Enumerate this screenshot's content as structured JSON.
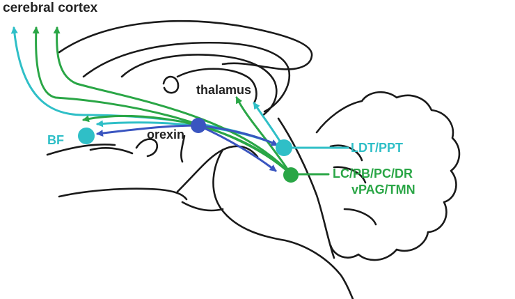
{
  "labels": {
    "cerebral_cortex": "cerebral cortex",
    "thalamus": "thalamus",
    "orexin": "orexin",
    "bf": "BF",
    "ldt_ppt": "LDT/PPT",
    "lc_pb_pc_dr": "LC/PB/PC/DR",
    "vpag_tmn": "vPAG/TMN"
  },
  "colors": {
    "outline": "#1a1a1a",
    "text_dark": "#222222",
    "cyan": "#2fbfc7",
    "green": "#2aa646",
    "blue": "#3a55c0"
  }
}
